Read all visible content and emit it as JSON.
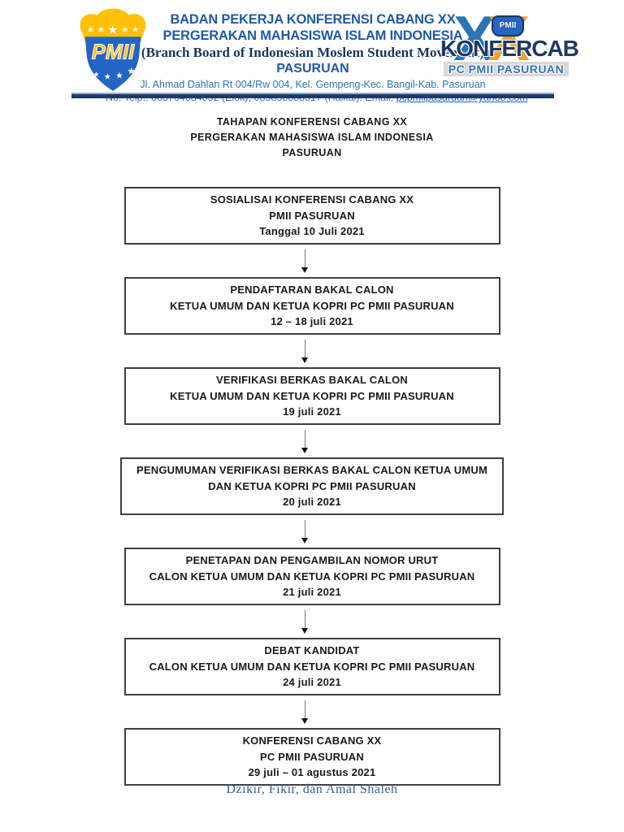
{
  "header": {
    "line1": "BADAN PEKERJA KONFERENSI CABANG XX",
    "line2": "PERGERAKAN MAHASISWA ISLAM INDONESIA",
    "line3": "(Branch Board of Indonesian Moslem Student Movement)",
    "line4": "PASURUAN",
    "address": "Jl. Ahmad Dahlan Rt 004/Rw 004, Kel. Gempeng-Kec. Bangil-Kab. Pasuruan",
    "contact_prefix": "No. Telp.: 085704684052 (Elok), 085858888517 (Haikal). Email: ",
    "email": "pcpmiipasuruan@yahoo.com",
    "logo_left": {
      "acronym": "PMII"
    },
    "logo_right": {
      "xx_left": "X",
      "xx_right": "X",
      "badge": "PMII",
      "title": "KONFERCAB",
      "subtitle": "PC PMII PASURUAN"
    }
  },
  "title": {
    "line1": "TAHAPAN KONFERENSI CABANG XX",
    "line2": "PERGERAKAN MAHASISWA ISLAM INDONESIA",
    "line3": "PASURUAN"
  },
  "flowchart": {
    "steps": [
      {
        "lines": [
          "SOSIALISAI KONFERENSI CABANG XX",
          "PMII PASURUAN",
          "Tanggal 10 Juli 2021"
        ]
      },
      {
        "lines": [
          "PENDAFTARAN BAKAL CALON",
          "KETUA UMUM DAN KETUA KOPRI PC PMII PASURUAN",
          "12 – 18 juli 2021"
        ]
      },
      {
        "lines": [
          "VERIFIKASI BERKAS BAKAL CALON",
          "KETUA UMUM DAN KETUA KOPRI PC PMII PASURUAN",
          "19 juli 2021"
        ]
      },
      {
        "lines": [
          "PENGUMUMAN VERIFIKASI BERKAS BAKAL CALON KETUA UMUM",
          "DAN KETUA KOPRI PC PMII PASURUAN",
          "20 juli 2021"
        ]
      },
      {
        "lines": [
          "PENETAPAN DAN PENGAMBILAN NOMOR URUT",
          "CALON KETUA UMUM DAN KETUA KOPRI PC PMII PASURUAN",
          "21 juli 2021"
        ]
      },
      {
        "lines": [
          "DEBAT KANDIDAT",
          "CALON KETUA UMUM DAN KETUA KOPRI PC PMII PASURUAN",
          "24 juli 2021"
        ]
      },
      {
        "lines": [
          "KONFERENSI CABANG XX",
          "PC PMII PASURUAN",
          "29 juli – 01 agustus 2021"
        ]
      }
    ]
  },
  "footer": {
    "motto": "Dzikir, Fikir, dan Amal Shaleh"
  },
  "colors": {
    "header_blue": "#1f5aa8",
    "serif_navy": "#17375d",
    "address_blue": "#2e74b5",
    "divider_navy": "#1f3864",
    "logo_yellow": "#ffc107",
    "logo_blue": "#2464c4",
    "xx_blue": "#2e74b5",
    "xx_orange": "#e9a23b",
    "motto_blue": "#376091"
  }
}
